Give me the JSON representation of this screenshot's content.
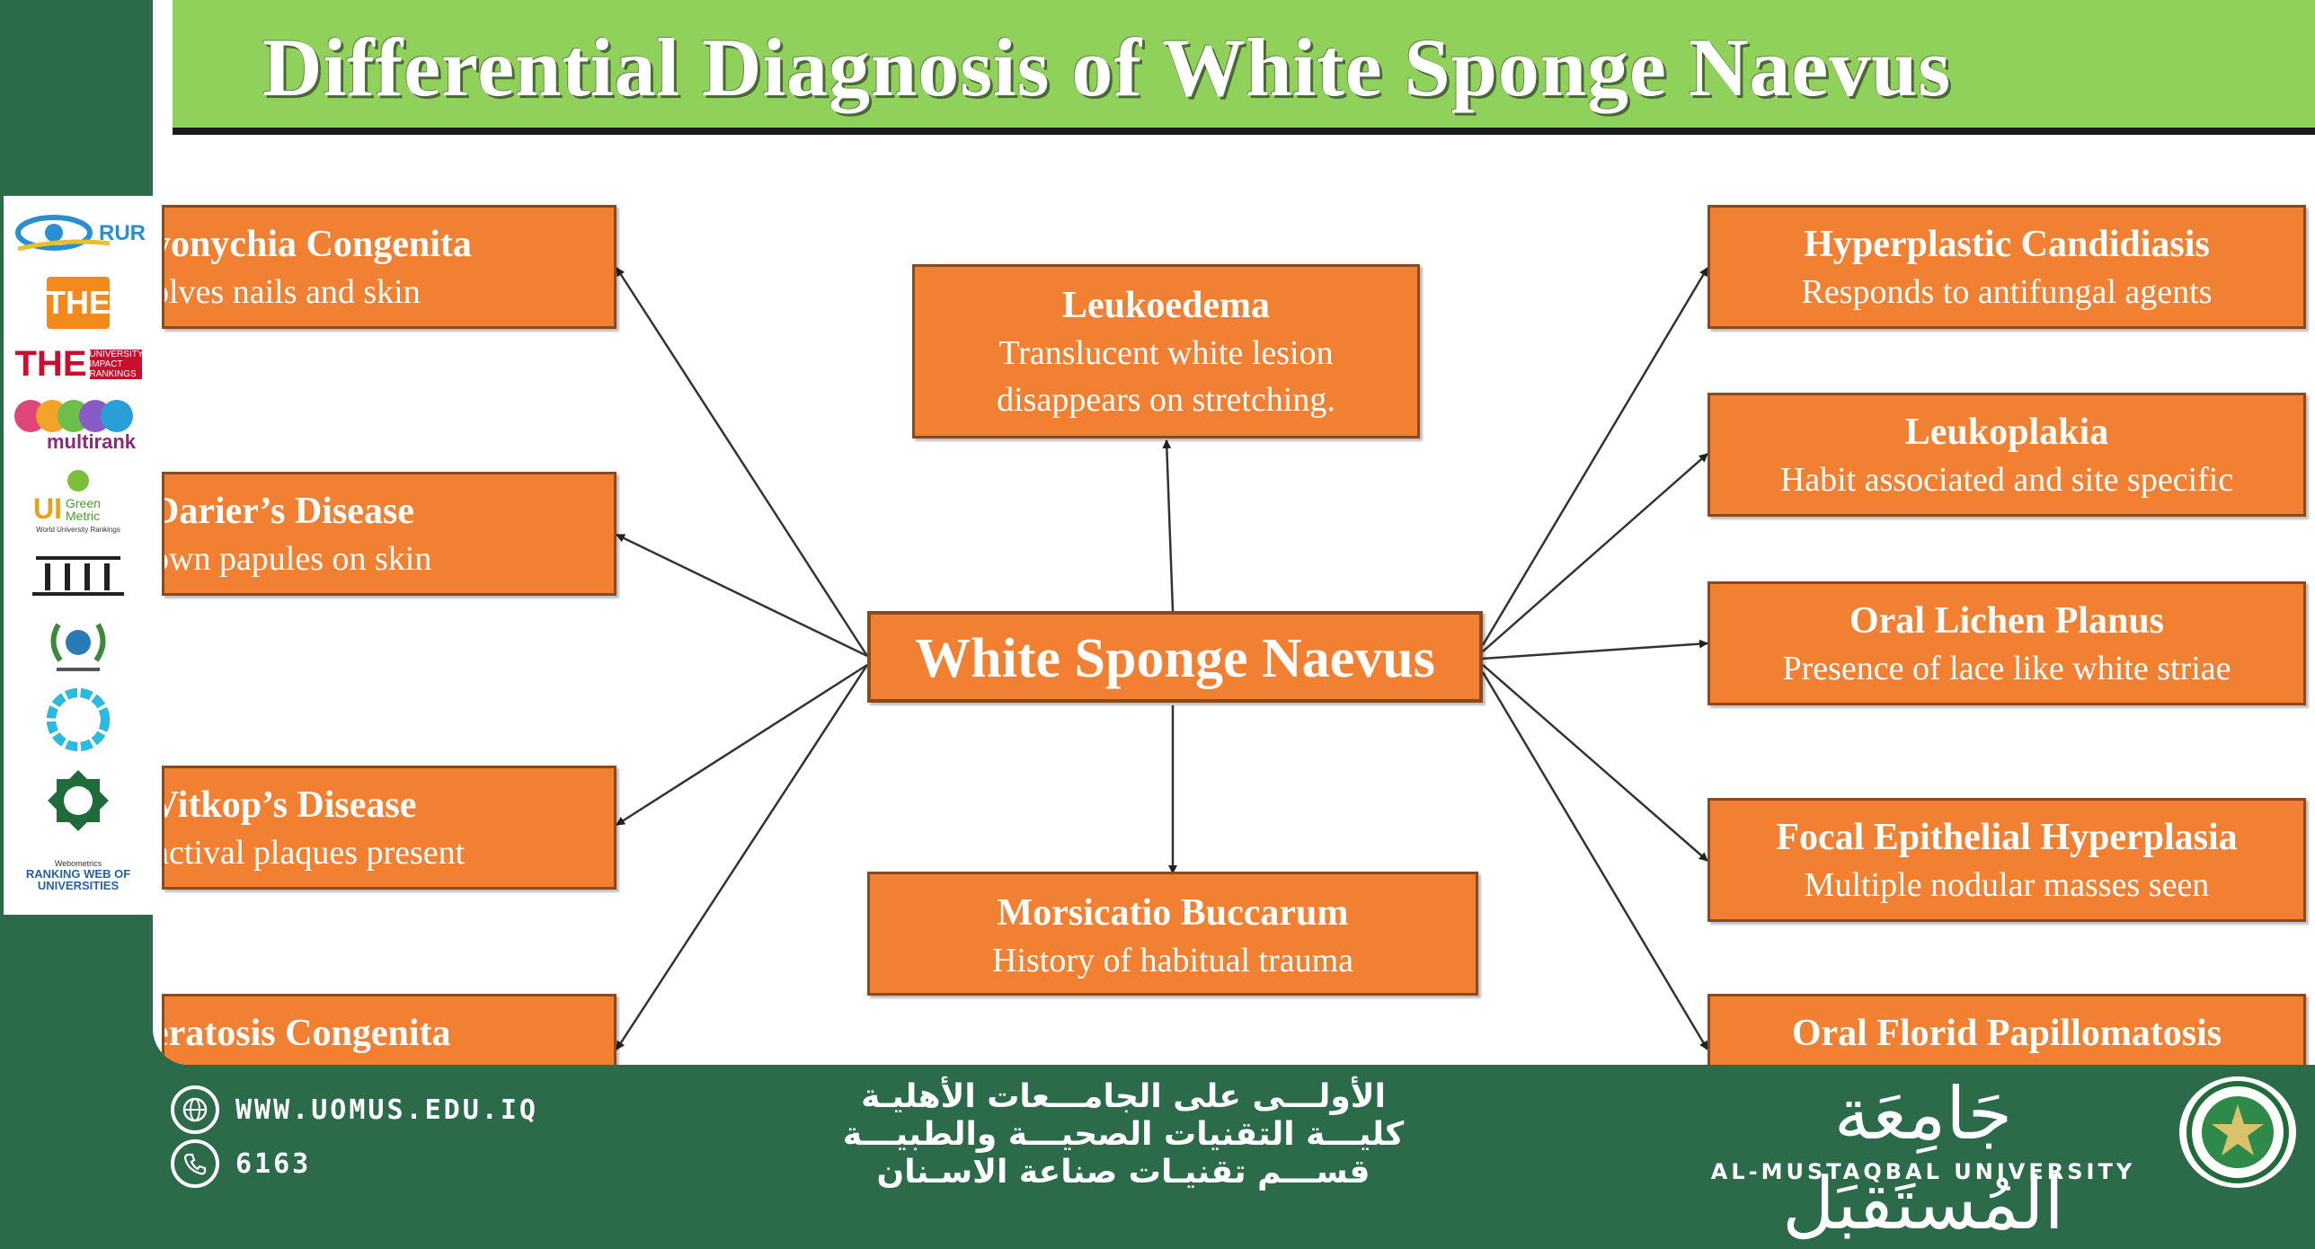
{
  "title": "Differential Diagnosis of White Sponge Naevus",
  "colors": {
    "box_fill": "#f28032",
    "title_bar": "#8fd15a",
    "footer": "#2b6b4a"
  },
  "diagram": {
    "center": {
      "title": "White Sponge Naevus"
    },
    "left": [
      {
        "title": "yonychia Congenita",
        "subtitle": "olves nails and skin"
      },
      {
        "title": "Darier’s Disease",
        "subtitle": "own papules on skin"
      },
      {
        "title": "Vitkop’s Disease",
        "subtitle": "nctival plaques present"
      },
      {
        "title": "eratosis Congenita",
        "subtitle": ""
      }
    ],
    "top": {
      "title": "Leukoedema",
      "subtitle1": "Translucent white lesion",
      "subtitle2": "disappears on stretching."
    },
    "bottom": {
      "title": "Morsicatio Buccarum",
      "subtitle": "History of habitual trauma"
    },
    "right": [
      {
        "title": "Hyperplastic Candidiasis",
        "subtitle": "Responds to antifungal agents"
      },
      {
        "title": "Leukoplakia",
        "subtitle": "Habit associated and site specific"
      },
      {
        "title": "Oral Lichen Planus",
        "subtitle": "Presence of lace like white striae"
      },
      {
        "title": "Focal Epithelial Hyperplasia",
        "subtitle": "Multiple nodular masses seen"
      },
      {
        "title": "Oral Florid Papillomatosis",
        "subtitle": ""
      }
    ]
  },
  "logos": {
    "rur": "RUR",
    "the": "THE",
    "the_impact": "THE",
    "the_impact_sub": "UNIVERSITY IMPACT RANKINGS",
    "multirank": "multirank",
    "greenmetric": "UI",
    "greenmetric_sub": "Green Metric",
    "greenmetric_caption": "World University Rankings",
    "webometrics_top": "Webometrics",
    "webometrics": "RANKING WEB OF UNIVERSITIES"
  },
  "footer": {
    "website": "WWW.UOMUS.EDU.IQ",
    "phone": "6163",
    "arabic_line1": "الأولـــى على الجامـــعات الأهليـة",
    "arabic_line2": "كليـــة التقنيات الصحيـــة والطبيـــة",
    "arabic_line3": "قســـم تقنيـات صناعة الاسـنان",
    "university_ar": "جَامِعَة المُستَقبَل",
    "university_en": "AL-MUSTAQBAL UNIVERSITY"
  }
}
